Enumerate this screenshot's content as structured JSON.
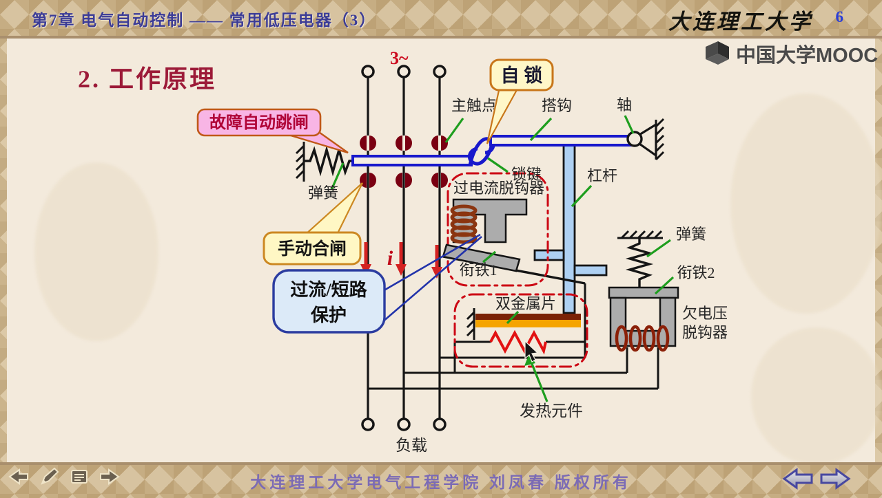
{
  "header": {
    "chapter": "第7章  电气自动控制 —— 常用低压电器（3）",
    "university": "大连理工大学",
    "page_number": "6"
  },
  "branding": {
    "mooc_logo_text": "中国大学MOOC",
    "mooc_icon": "cube-logo-icon"
  },
  "slide": {
    "title": "2. 工作原理",
    "callouts": {
      "fault_trip": "故障自动跳闸",
      "self_lock": "自 锁",
      "manual_close": "手动合闸",
      "protection_line1": "过流/短路",
      "protection_line2": "保护"
    },
    "labels": {
      "three_phase": "3~",
      "main_contact": "主触点",
      "hook": "搭钩",
      "shaft": "轴",
      "lock_key": "锁键",
      "lever": "杠杆",
      "spring_left": "弹簧",
      "spring_right": "弹簧",
      "overcurrent_release": "过电流脱钩器",
      "armature1": "衔铁1",
      "armature2": "衔铁2",
      "undervoltage_line1": "欠电压",
      "undervoltage_line2": "脱钩器",
      "bimetal": "双金属片",
      "heater": "发热元件",
      "load": "负载",
      "current": "i"
    }
  },
  "footer": {
    "copyright": "大连理工大学电气工程学院  刘凤春 版权所有"
  },
  "player": {
    "icons": [
      "back-arrow",
      "pen",
      "notes",
      "forward-arrow"
    ],
    "nav_icons": [
      "prev-slide-arrow",
      "next-slide-arrow"
    ]
  },
  "colors": {
    "title_red": "#9c1a38",
    "pointer_green": "#1e9e1e",
    "bar_blue": "#1818cc",
    "dashdot_red": "#cc0814",
    "arrow_red": "#d42222",
    "contact_maroon": "#7a0012",
    "coil_brown": "#8b3510",
    "lever_blue": "#aed0f2",
    "metal_gray": "#acacac",
    "callout_pink": "#f8b5e5",
    "callout_yellow": "#fff7c8",
    "callout_blue": "#dceaf8",
    "bimetal_top": "#7b2206",
    "bimetal_bottom": "#f5a400",
    "header_text": "#3c3c96",
    "footer_text": "#7b6bb5",
    "page_num_blue": "#2a3ed8"
  }
}
